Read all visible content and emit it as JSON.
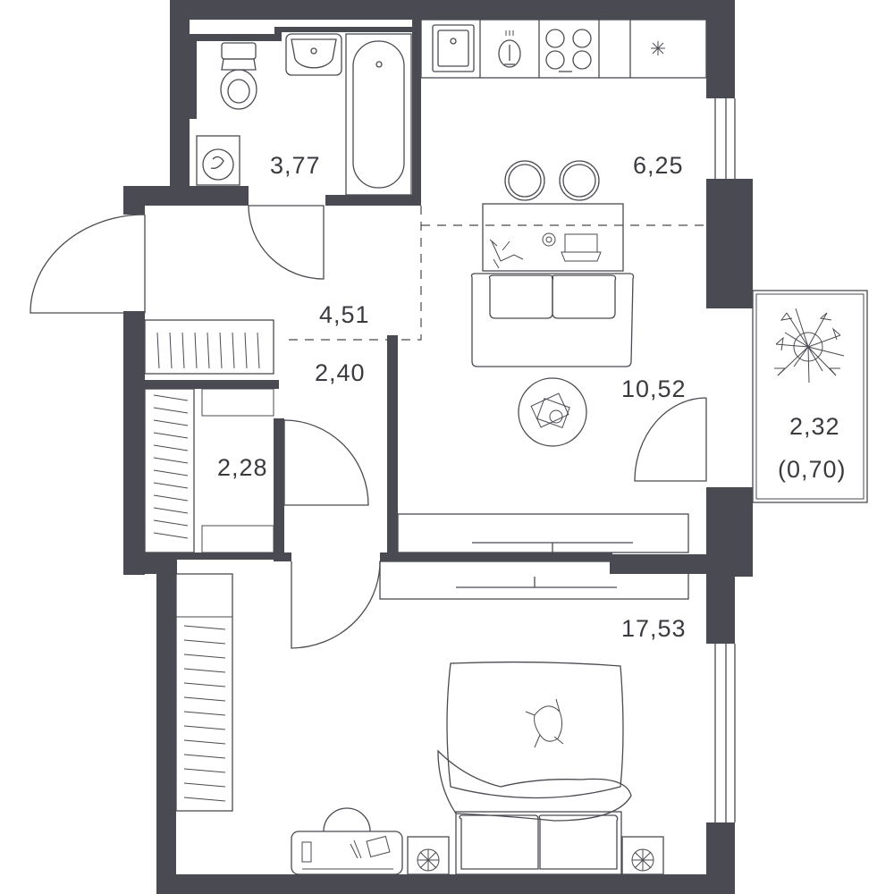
{
  "floor_plan": {
    "wall_color": "#4a4b52",
    "rooms": [
      {
        "key": "bathroom",
        "area": "3,77"
      },
      {
        "key": "kitchen_zone",
        "area": "6,25"
      },
      {
        "key": "hallway",
        "area": "4,51"
      },
      {
        "key": "corridor",
        "area": "2,40"
      },
      {
        "key": "living_room",
        "area": "10,52"
      },
      {
        "key": "balcony",
        "area": "2,32",
        "area_reduced": "(0,70)"
      },
      {
        "key": "storage",
        "area": "2,28"
      },
      {
        "key": "bedroom",
        "area": "17,53"
      }
    ],
    "furniture_icons": [
      "toilet-icon",
      "sink-icon",
      "bathtub-icon",
      "washing-machine-icon",
      "kitchen-sink-icon",
      "faucet-icon",
      "stove-icon",
      "fridge-icon",
      "bar-stool-icon",
      "dining-table-icon",
      "sofa-icon",
      "coffee-table-icon",
      "tv-stand-icon",
      "plant-icon",
      "bed-icon",
      "desk-icon",
      "chair-icon",
      "fan-icon"
    ]
  }
}
